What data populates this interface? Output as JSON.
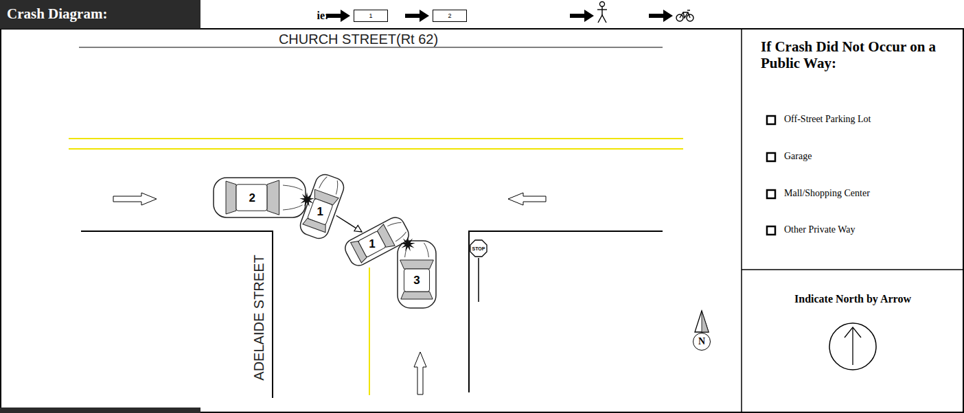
{
  "diagram": {
    "nodes": [
      {
        "text": [
          "Crash Diagram:"
        ]
      },
      {
        "text": [
          "1"
        ]
      },
      {
        "text": [
          "2"
        ]
      },
      {
        "text": [
          "2"
        ]
      },
      {
        "text": [
          "1"
        ]
      },
      {
        "text": [
          "1"
        ]
      },
      {
        "text": [
          "3"
        ]
      },
      {
        "text": [
          "STOP"
        ]
      },
      {
        "text": [
          "N"
        ]
      },
      {
        "text": [
          "If Crash Did Not Occur on a Public Way:",
          "Off-Street Parking Lot",
          "Garage",
          "Mall/Shopping Center",
          "Other Private Way"
        ]
      },
      {
        "text": [
          "Indicate North by Arrow"
        ]
      }
    ],
    "edges": [
      {
        "from": 4,
        "to": 5,
        "arrow": "to"
      }
    ],
    "labels": [
      "ie:",
      "CHURCH STREET(Rt 62)",
      "ADELAIDE STREET"
    ]
  }
}
